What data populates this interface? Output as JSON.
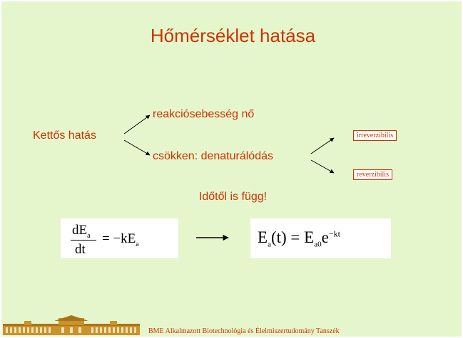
{
  "slide": {
    "title": "Hőmérséklet hatása",
    "left_label": "Kettős hatás",
    "branch_top": "reakciósebesség nő",
    "branch_bottom": "csökken: denaturálódás",
    "sub_top": "irreverzibilis",
    "sub_bottom": "reverzibilis",
    "note": "Időtől is függ!",
    "footer": "BME Alkalmazott Biotechnológia és Élelmiszertudomány Tanszék"
  },
  "equation_left": {
    "numerator": "dE",
    "numerator_sub": "a",
    "denominator": "dt",
    "rhs": "= −kE",
    "rhs_sub": "a"
  },
  "equation_right": {
    "lhs": "E",
    "lhs_sub": "a",
    "lhs_arg": "(t)",
    "equals": "=",
    "rhs": "E",
    "rhs_sub": "a0",
    "exp_base": "e",
    "exp": "−kt"
  },
  "colors": {
    "background": "#e6f6cc",
    "accent": "#cc3300",
    "logo": "#c9922a"
  }
}
